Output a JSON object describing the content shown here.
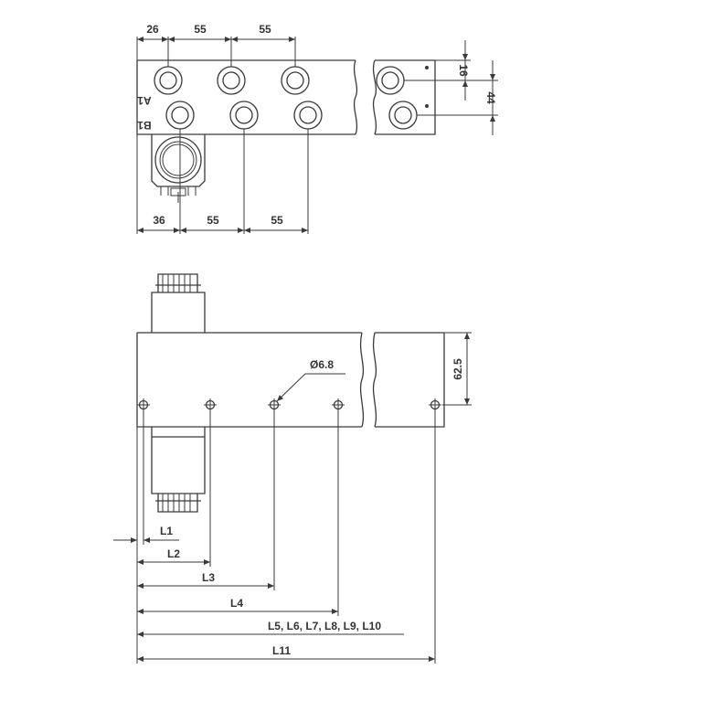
{
  "top_view": {
    "dims_top": [
      "26",
      "55",
      "55"
    ],
    "dims_bottom": [
      "36",
      "55",
      "55"
    ],
    "dims_right": [
      "16",
      "44"
    ],
    "port_labels": [
      "A1",
      "B1"
    ]
  },
  "front_view": {
    "height_dim": "62.5",
    "hole_dim": "Ø6.8",
    "length_dims": [
      "L1",
      "L2",
      "L3",
      "L4",
      "L5, L6, L7, L8, L9, L10",
      "L11"
    ]
  },
  "colors": {
    "line": "#3a3a3a",
    "text": "#333333",
    "background": "#ffffff"
  }
}
